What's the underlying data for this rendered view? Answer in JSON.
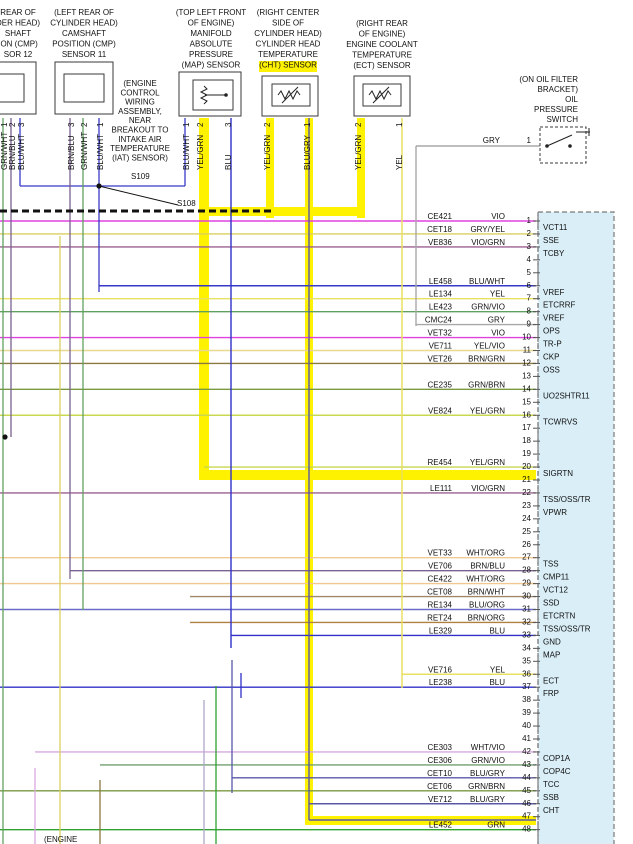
{
  "colors": {
    "highlight": "#FFF200",
    "pcm_fill": "#D9EEF7",
    "pcm_border": "#7a7a7a",
    "component_box": "#3a3a3a",
    "wire_colors": {
      "VIO": "#E040E0",
      "GRY/YEL": "#D8D060",
      "VIO/GRN": "#9A6090",
      "BLU/WHT": "#3838C8",
      "YEL": "#E8E060",
      "GRN/VIO": "#60A060",
      "GRY": "#A8A8A8",
      "YEL/VIO": "#E8D890",
      "BRN/GRN": "#8A7A40",
      "GRN/BRN": "#7A9A40",
      "YEL/GRN": "#C8D850",
      "WHT/ORG": "#F0C890",
      "BRN/BLU": "#7A6090",
      "BRN/WHT": "#A08868",
      "BLU/ORG": "#6A6AC8",
      "BRN/ORG": "#B08040",
      "BLU": "#3030C8",
      "WHT/VIO": "#D8A8E0",
      "GRN/VIO2": "#70A070",
      "BLU/GRY": "#5858A8",
      "GRN": "#30A030",
      "BLACK": "#111111"
    }
  },
  "components": {
    "cmp12": {
      "lines": [
        "REAR OF",
        "DER HEAD)",
        "SHAFT",
        "ION (CMP)",
        "SOR 12"
      ],
      "pins": [
        "GRN/WHT",
        "BRN/BLU",
        "BLU/WHT"
      ],
      "pin_nums": [
        "1",
        "2",
        "3"
      ]
    },
    "cmp11": {
      "lines": [
        "(LEFT REAR OF",
        "CYLINDER HEAD)",
        "CAMSHAFT",
        "POSITION (CMP)",
        "SENSOR 11"
      ],
      "pins": [
        "BRN/BLU",
        "GRN/WHT",
        "BLU/WHT"
      ],
      "pin_nums": [
        "3",
        "2",
        "1"
      ]
    },
    "iat_note": [
      "(ENGINE",
      "CONTROL",
      "WIRING",
      "ASSEMBLY,",
      "NEAR",
      "BREAKOUT TO",
      "INTAKE AIR",
      "TEMPERATURE",
      "(IAT) SENSOR)"
    ],
    "splices": [
      "S109",
      "S108"
    ],
    "map": {
      "lines": [
        "(TOP LEFT FRONT",
        "OF ENGINE)",
        "MANIFOLD",
        "ABSOLUTE",
        "PRESSURE",
        "(MAP) SENSOR"
      ],
      "pins": [
        "BLU/WHT",
        "YEL/GRN",
        "BLU"
      ],
      "pin_nums": [
        "1",
        "2",
        "3"
      ]
    },
    "cht": {
      "lines": [
        "(RIGHT CENTER",
        "SIDE OF",
        "CYLINDER HEAD)",
        "CYLINDER HEAD",
        "TEMPERATURE",
        "(CHT) SENSOR"
      ],
      "pins": [
        "YEL/GRN",
        "BLU/GRY"
      ],
      "pin_nums": [
        "2",
        "1"
      ]
    },
    "ect": {
      "lines": [
        "(RIGHT REAR",
        "OF ENGINE)",
        "ENGINE COOLANT",
        "TEMPERATURE",
        "(ECT) SENSOR"
      ],
      "pins": [
        "YEL/GRN",
        "YEL"
      ],
      "pin_nums": [
        "2",
        "1"
      ]
    },
    "ops": {
      "lines": [
        "(ON OIL FILTER",
        "BRACKET)",
        "OIL",
        "PRESSURE",
        "SWITCH"
      ],
      "wire": "GRY",
      "pin": "1"
    },
    "bottom_note": "(ENGINE"
  },
  "pcm_pins": [
    {
      "n": "1",
      "code": "CE421",
      "color": "VIO",
      "func": "VCT11"
    },
    {
      "n": "2",
      "code": "CET18",
      "color": "GRY/YEL",
      "func": "SSE"
    },
    {
      "n": "3",
      "code": "VE836",
      "color": "VIO/GRN",
      "func": "TCBY"
    },
    {
      "n": "4",
      "code": "",
      "color": "",
      "func": ""
    },
    {
      "n": "5",
      "code": "",
      "color": "",
      "func": ""
    },
    {
      "n": "6",
      "code": "LE458",
      "color": "BLU/WHT",
      "func": "VREF"
    },
    {
      "n": "7",
      "code": "LE134",
      "color": "YEL",
      "func": "ETCRRF"
    },
    {
      "n": "8",
      "code": "LE423",
      "color": "GRN/VIO",
      "func": "VREF"
    },
    {
      "n": "9",
      "code": "CMC24",
      "color": "GRY",
      "func": "OPS"
    },
    {
      "n": "10",
      "code": "VET32",
      "color": "VIO",
      "func": "TR-P"
    },
    {
      "n": "11",
      "code": "VE711",
      "color": "YEL/VIO",
      "func": "CKP"
    },
    {
      "n": "12",
      "code": "VET26",
      "color": "BRN/GRN",
      "func": "OSS"
    },
    {
      "n": "13",
      "code": "",
      "color": "",
      "func": ""
    },
    {
      "n": "14",
      "code": "CE235",
      "color": "GRN/BRN",
      "func": "UO2SHTR11"
    },
    {
      "n": "15",
      "code": "",
      "color": "",
      "func": ""
    },
    {
      "n": "16",
      "code": "VE824",
      "color": "YEL/GRN",
      "func": "TCWRVS"
    },
    {
      "n": "17",
      "code": "",
      "color": "",
      "func": ""
    },
    {
      "n": "18",
      "code": "",
      "color": "",
      "func": ""
    },
    {
      "n": "19",
      "code": "",
      "color": "",
      "func": ""
    },
    {
      "n": "20",
      "code": "RE454",
      "color": "YEL/GRN",
      "func": "SIGRTN"
    },
    {
      "n": "21",
      "code": "",
      "color": "",
      "func": ""
    },
    {
      "n": "22",
      "code": "LE111",
      "color": "VIO/GRN",
      "func": "TSS/OSS/TR"
    },
    {
      "n": "23",
      "code": "",
      "color": "",
      "func": "VPWR"
    },
    {
      "n": "24",
      "code": "",
      "color": "",
      "func": ""
    },
    {
      "n": "25",
      "code": "",
      "color": "",
      "func": ""
    },
    {
      "n": "26",
      "code": "",
      "color": "",
      "func": ""
    },
    {
      "n": "27",
      "code": "VET33",
      "color": "WHT/ORG",
      "func": "TSS"
    },
    {
      "n": "28",
      "code": "VE706",
      "color": "BRN/BLU",
      "func": "CMP11"
    },
    {
      "n": "29",
      "code": "CE422",
      "color": "WHT/ORG",
      "func": "VCT12"
    },
    {
      "n": "30",
      "code": "CET08",
      "color": "BRN/WHT",
      "func": "SSD"
    },
    {
      "n": "31",
      "code": "RE134",
      "color": "BLU/ORG",
      "func": "ETCRTN"
    },
    {
      "n": "32",
      "code": "RET24",
      "color": "BRN/ORG",
      "func": "TSS/OSS/TR"
    },
    {
      "n": "33",
      "code": "LE329",
      "color": "BLU",
      "func": "GND"
    },
    {
      "n": "34",
      "code": "",
      "color": "",
      "func": "MAP"
    },
    {
      "n": "35",
      "code": "",
      "color": "",
      "func": ""
    },
    {
      "n": "36",
      "code": "VE716",
      "color": "YEL",
      "func": "ECT"
    },
    {
      "n": "37",
      "code": "LE238",
      "color": "BLU",
      "func": "FRP"
    },
    {
      "n": "38",
      "code": "",
      "color": "",
      "func": ""
    },
    {
      "n": "39",
      "code": "",
      "color": "",
      "func": ""
    },
    {
      "n": "40",
      "code": "",
      "color": "",
      "func": ""
    },
    {
      "n": "41",
      "code": "",
      "color": "",
      "func": ""
    },
    {
      "n": "42",
      "code": "CE303",
      "color": "WHT/VIO",
      "func": "COP1A"
    },
    {
      "n": "43",
      "code": "CE306",
      "color": "GRN/VIO",
      "func": "COP4C"
    },
    {
      "n": "44",
      "code": "CET10",
      "color": "BLU/GRY",
      "func": "TCC"
    },
    {
      "n": "45",
      "code": "CET06",
      "color": "GRN/BRN",
      "func": "SSB"
    },
    {
      "n": "46",
      "code": "VE712",
      "color": "BLU/GRY",
      "func": "CHT"
    },
    {
      "n": "47",
      "code": "",
      "color": "",
      "func": ""
    },
    {
      "n": "48",
      "code": "LE452",
      "color": "GRN",
      "func": ""
    }
  ]
}
